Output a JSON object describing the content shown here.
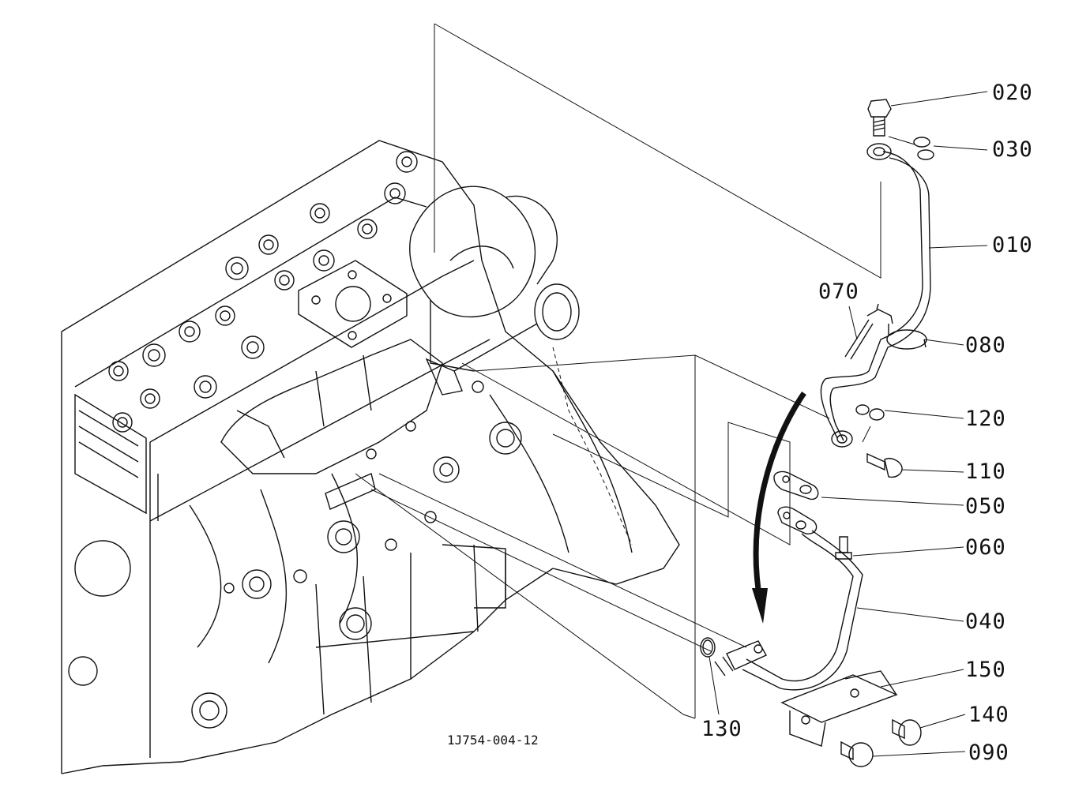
{
  "drawing_code": "1J754-004-12",
  "labels": {
    "p010": "010",
    "p020": "020",
    "p030": "030",
    "p040": "040",
    "p050": "050",
    "p060": "060",
    "p070": "070",
    "p080": "080",
    "p090": "090",
    "p110": "110",
    "p120": "120",
    "p130": "130",
    "p140": "140",
    "p150": "150"
  },
  "colors": {
    "ink": "#111111",
    "paper": "#ffffff"
  }
}
